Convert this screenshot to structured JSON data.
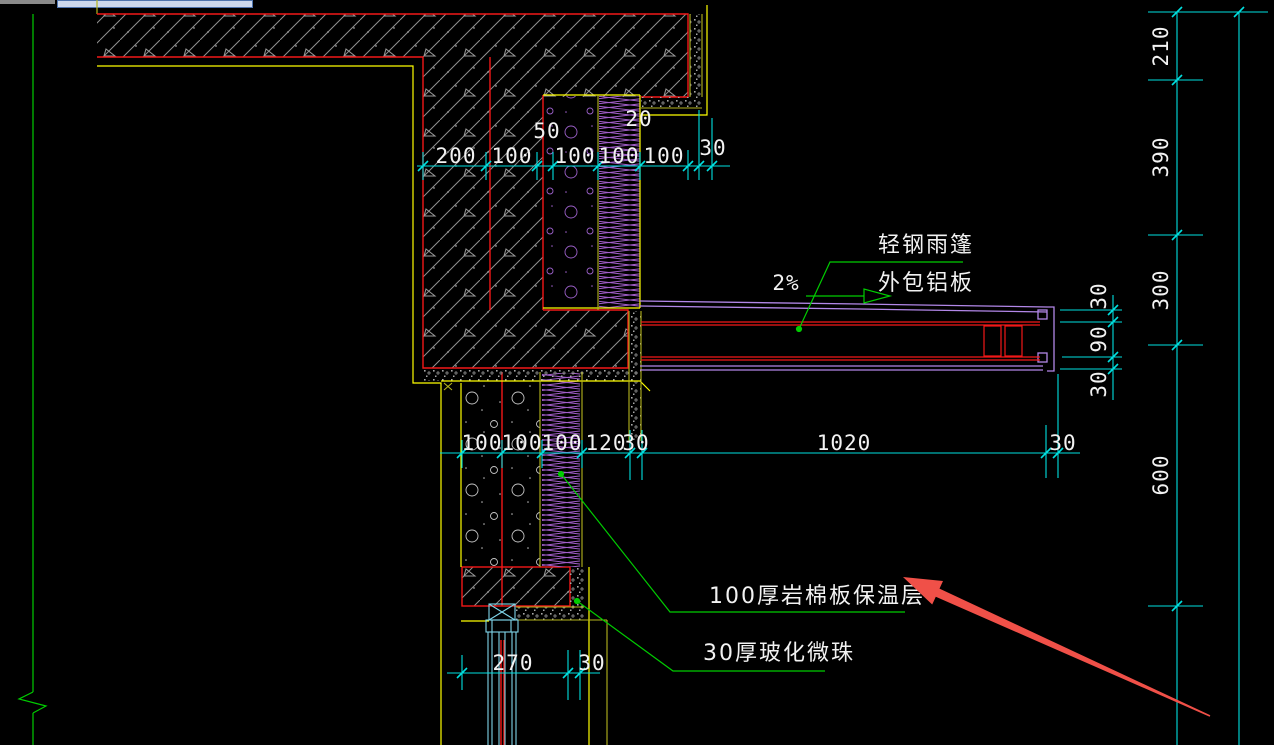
{
  "annotations": {
    "slope": "2%",
    "canopy_label_1": "轻钢雨篷",
    "canopy_label_2": "外包铝板",
    "insulation_label": "100厚岩棉板保温层",
    "beads_label": "30厚玻化微珠"
  },
  "dimensions": {
    "top": [
      "200",
      "100",
      "50",
      "100",
      "100",
      "100",
      "20",
      "30"
    ],
    "middle": [
      "100",
      "100",
      "100",
      "120",
      "30",
      "1020",
      "30"
    ],
    "bottom": [
      "270",
      "30"
    ],
    "right": [
      "210",
      "390",
      "300",
      "600"
    ],
    "canopy_edge": [
      "30",
      "90",
      "30"
    ]
  },
  "colors": {
    "background": "#000000",
    "dimension": "#00e0e0",
    "structure_red": "#f21818",
    "finish_yellow": "#ffff00",
    "finish_olive": "#b5b51e",
    "leader_green": "#00cc00",
    "canopy_purple": "#b287e8",
    "insulation_purple": "#a25fc9",
    "text_white": "#f2f2f2",
    "annotation_arrow_red": "#f05048"
  }
}
